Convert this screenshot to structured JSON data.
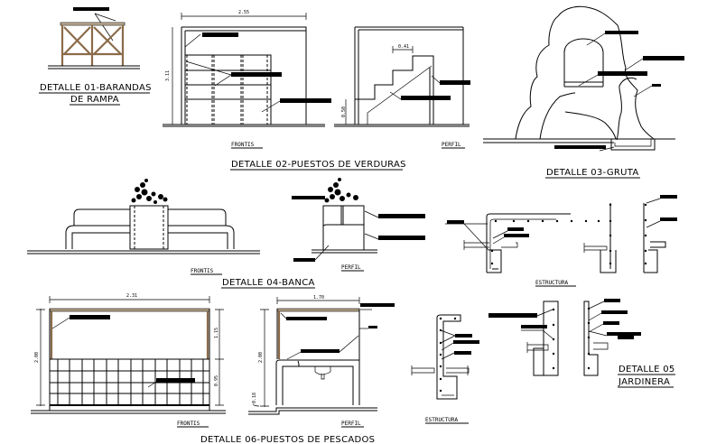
{
  "drawing": {
    "details": [
      {
        "id": "01",
        "title_line1": "DETALLE 01-BARANDAS",
        "title_line2": "DE RAMPA"
      },
      {
        "id": "02",
        "title": "DETALLE 02-PUESTOS DE VERDURAS",
        "views": [
          "FRONTIS",
          "PERFIL"
        ],
        "dimensions": {
          "width": "2.55",
          "height": "3.11",
          "step": "0.41",
          "base": "0.50"
        }
      },
      {
        "id": "03",
        "title": "DETALLE 03-GRUTA"
      },
      {
        "id": "04",
        "title": "DETALLE 04-BANCA",
        "views": [
          "FRONTIS",
          "PERFIL"
        ]
      },
      {
        "id": "05",
        "title_line1": "DETALLE 05",
        "title_line2": "JARDINERA",
        "views": [
          "ESTRUCTURA",
          "ESTRUCTURA"
        ]
      },
      {
        "id": "06",
        "title": "DETALLE 06-PUESTOS DE PESCADOS",
        "views": [
          "FRONTIS",
          "PERFIL"
        ],
        "dimensions": {
          "width": "2.31",
          "height": "2.00",
          "upper": "1.15",
          "lower": "0.95",
          "profile_width": "1.70",
          "profile_height": "2.00",
          "plinth": "0.18"
        }
      }
    ]
  }
}
